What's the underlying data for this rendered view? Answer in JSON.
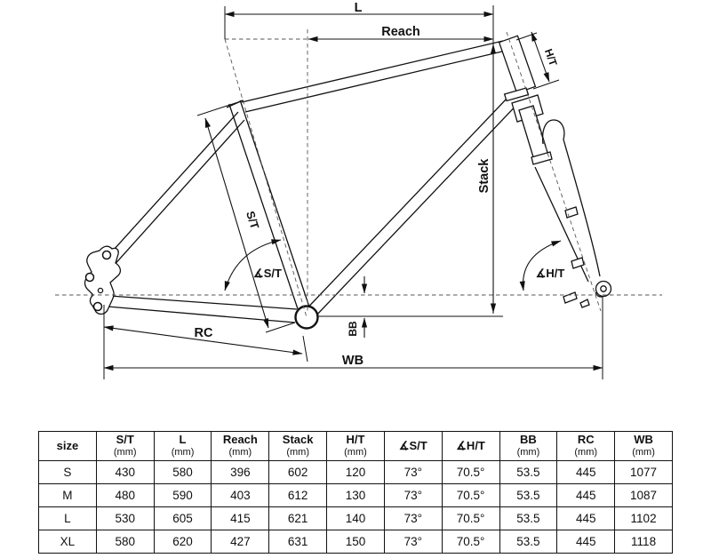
{
  "page": {
    "background": "#ffffff",
    "line_color": "#111111"
  },
  "diagram": {
    "labels": {
      "top_length": "L",
      "reach": "Reach",
      "head_tube": "H/T",
      "stack": "Stack",
      "seat_tube": "S/T",
      "seat_tube_angle": "∡S/T",
      "head_tube_angle": "∡H/T",
      "bb_drop": "BB",
      "rear_center": "RC",
      "wheelbase": "WB"
    }
  },
  "table": {
    "columns": [
      {
        "key": "size",
        "label": "size",
        "unit": ""
      },
      {
        "key": "st",
        "label": "S/T",
        "unit": "(mm)"
      },
      {
        "key": "l",
        "label": "L",
        "unit": "(mm)"
      },
      {
        "key": "reach",
        "label": "Reach",
        "unit": "(mm)"
      },
      {
        "key": "stack",
        "label": "Stack",
        "unit": "(mm)"
      },
      {
        "key": "ht",
        "label": "H/T",
        "unit": "(mm)"
      },
      {
        "key": "ast",
        "label": "∡S/T",
        "unit": ""
      },
      {
        "key": "aht",
        "label": "∡H/T",
        "unit": ""
      },
      {
        "key": "bb",
        "label": "BB",
        "unit": "(mm)"
      },
      {
        "key": "rc",
        "label": "RC",
        "unit": "(mm)"
      },
      {
        "key": "wb",
        "label": "WB",
        "unit": "(mm)"
      }
    ],
    "rows": [
      {
        "size": "S",
        "cells": [
          "S",
          "430",
          "580",
          "396",
          "602",
          "120",
          "73°",
          "70.5°",
          "53.5",
          "445",
          "1077"
        ]
      },
      {
        "size": "M",
        "cells": [
          "M",
          "480",
          "590",
          "403",
          "612",
          "130",
          "73°",
          "70.5°",
          "53.5",
          "445",
          "1087"
        ]
      },
      {
        "size": "L",
        "cells": [
          "L",
          "530",
          "605",
          "415",
          "621",
          "140",
          "73°",
          "70.5°",
          "53.5",
          "445",
          "1102"
        ]
      },
      {
        "size": "XL",
        "cells": [
          "XL",
          "580",
          "620",
          "427",
          "631",
          "150",
          "73°",
          "70.5°",
          "53.5",
          "445",
          "1118"
        ]
      }
    ]
  }
}
